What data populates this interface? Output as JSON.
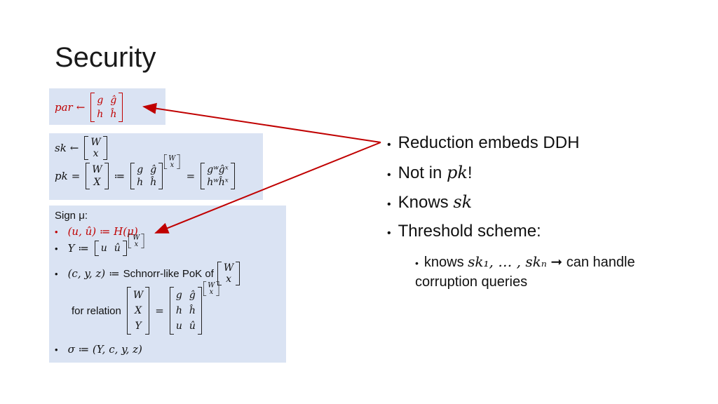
{
  "title": "Security",
  "par_box": {
    "lhs": "par",
    "arrow": "←",
    "matrix": [
      "g",
      "ĝ",
      "h",
      "ĥ"
    ]
  },
  "key_box": {
    "sk_lhs": "sk",
    "sk_arrow": "←",
    "sk_vec": [
      "W",
      "x"
    ],
    "pk_lhs": "pk",
    "pk_eq": "=",
    "pk_vec": [
      "W",
      "X"
    ],
    "pk_assign": "≔",
    "base_matrix": [
      "g",
      "ĝ",
      "h",
      "ĥ"
    ],
    "exp_vec": [
      "W",
      "x"
    ],
    "pk_eq2": "=",
    "result_vec": [
      "gʷĝˣ",
      "hʷĥˣ"
    ]
  },
  "sign_box": {
    "header": "Sign μ:",
    "line1": "(u, û) ≔ H(μ)",
    "line2_lhs": "Y ≔",
    "line2_vec": [
      "u",
      "û"
    ],
    "line2_exp": [
      "W",
      "x"
    ],
    "line3_lhs": "(c, y, z)",
    "line3_assign": "≔",
    "line3_text": "Schnorr-like PoK of",
    "line3_vec": [
      "W",
      "x"
    ],
    "relation_label": "for relation",
    "relation_lhs": [
      "W",
      "X",
      "Y"
    ],
    "relation_eq": "=",
    "relation_matrix": [
      "g",
      "ĝ",
      "h",
      "ĥ",
      "u",
      "û"
    ],
    "relation_exp": [
      "W",
      "x"
    ],
    "line4": "σ ≔ (Y, c, y, z)"
  },
  "bullets": [
    {
      "text": "Reduction embeds DDH",
      "math": ""
    },
    {
      "text": "Not in ",
      "math": "pk",
      "after": "!"
    },
    {
      "text": "Knows ",
      "math": "sk",
      "after": ""
    },
    {
      "text": "Threshold scheme:",
      "math": "",
      "after": ""
    }
  ],
  "sub_bullet": {
    "pre": "knows ",
    "math": "sk₁, … , skₙ",
    "arrow": "➞",
    "post": " can handle corruption queries"
  },
  "colors": {
    "accent_red": "#c00000",
    "box_bg": "#dae3f3"
  }
}
